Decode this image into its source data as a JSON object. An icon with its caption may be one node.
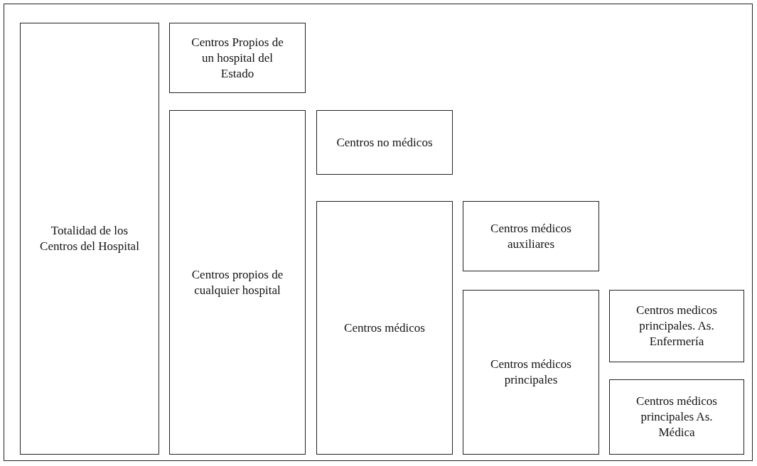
{
  "diagram": {
    "nodes": [
      {
        "text": [
          "Totalidad de los Centros del Hospital"
        ]
      },
      {
        "text": [
          "Centros Propios de un hospital del Estado"
        ]
      },
      {
        "text": [
          "Centros propios de cualquier hospital"
        ]
      },
      {
        "text": [
          "Centros no médicos"
        ]
      },
      {
        "text": [
          "Centros médicos"
        ]
      },
      {
        "text": [
          "Centros médicos auxiliares"
        ]
      },
      {
        "text": [
          "Centros médicos principales"
        ]
      },
      {
        "text": [
          "Centros medicos principales. As. Enfermería"
        ]
      },
      {
        "text": [
          "Centros médicos principales As. Médica"
        ]
      }
    ]
  }
}
